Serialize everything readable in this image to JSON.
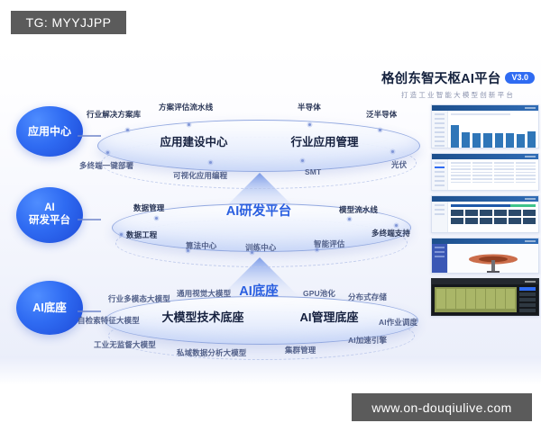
{
  "watermarks": {
    "top_left": "TG: MYYJJPP",
    "bottom_right": "www.on-douqiulive.com"
  },
  "brand": {
    "title": "格创东智天枢AI平台",
    "version_badge": "V3.0",
    "subtitle": "打造工业智能大模型创新平台",
    "accent_color": "#2f6bf2",
    "title_color": "#14213d"
  },
  "tiers": [
    {
      "id": "application-center",
      "pill_label": "应用中心",
      "main_labels": [
        "应用建设中心",
        "行业应用管理"
      ],
      "tags": [
        "行业解决方案库",
        "方案评估流水线",
        "半导体",
        "泛半导体",
        "多终端一键部署",
        "可视化应用编程",
        "SMT",
        "光伏"
      ]
    },
    {
      "id": "ai-rd-platform",
      "pill_label": "AI\n研发平台",
      "pill_line1": "AI",
      "pill_line2": "研发平台",
      "center_title": "AI研发平台",
      "tags": [
        "数据管理",
        "模型流水线",
        "数据工程",
        "算法中心",
        "训练中心",
        "智能评估",
        "多终端支持"
      ]
    },
    {
      "id": "ai-base",
      "pill_label": "AI底座",
      "center_title": "AI底座",
      "main_labels": [
        "大模型技术底座",
        "AI管理底座"
      ],
      "tags": [
        "行业多模态大模型",
        "通用视觉大模型",
        "GPU池化",
        "分布式存储",
        "自检索特征大模型",
        "AI作业调度",
        "工业无监督大模型",
        "私域数据分析大模型",
        "集群管理",
        "AI加速引擎"
      ]
    }
  ],
  "panels": [
    {
      "name": "dashboard-bar-chart",
      "bars": [
        26,
        18,
        17,
        17,
        17,
        17,
        16,
        19
      ]
    },
    {
      "name": "data-table"
    },
    {
      "name": "matrix-grid"
    },
    {
      "name": "model-viewer"
    },
    {
      "name": "factory-floor-map"
    }
  ]
}
